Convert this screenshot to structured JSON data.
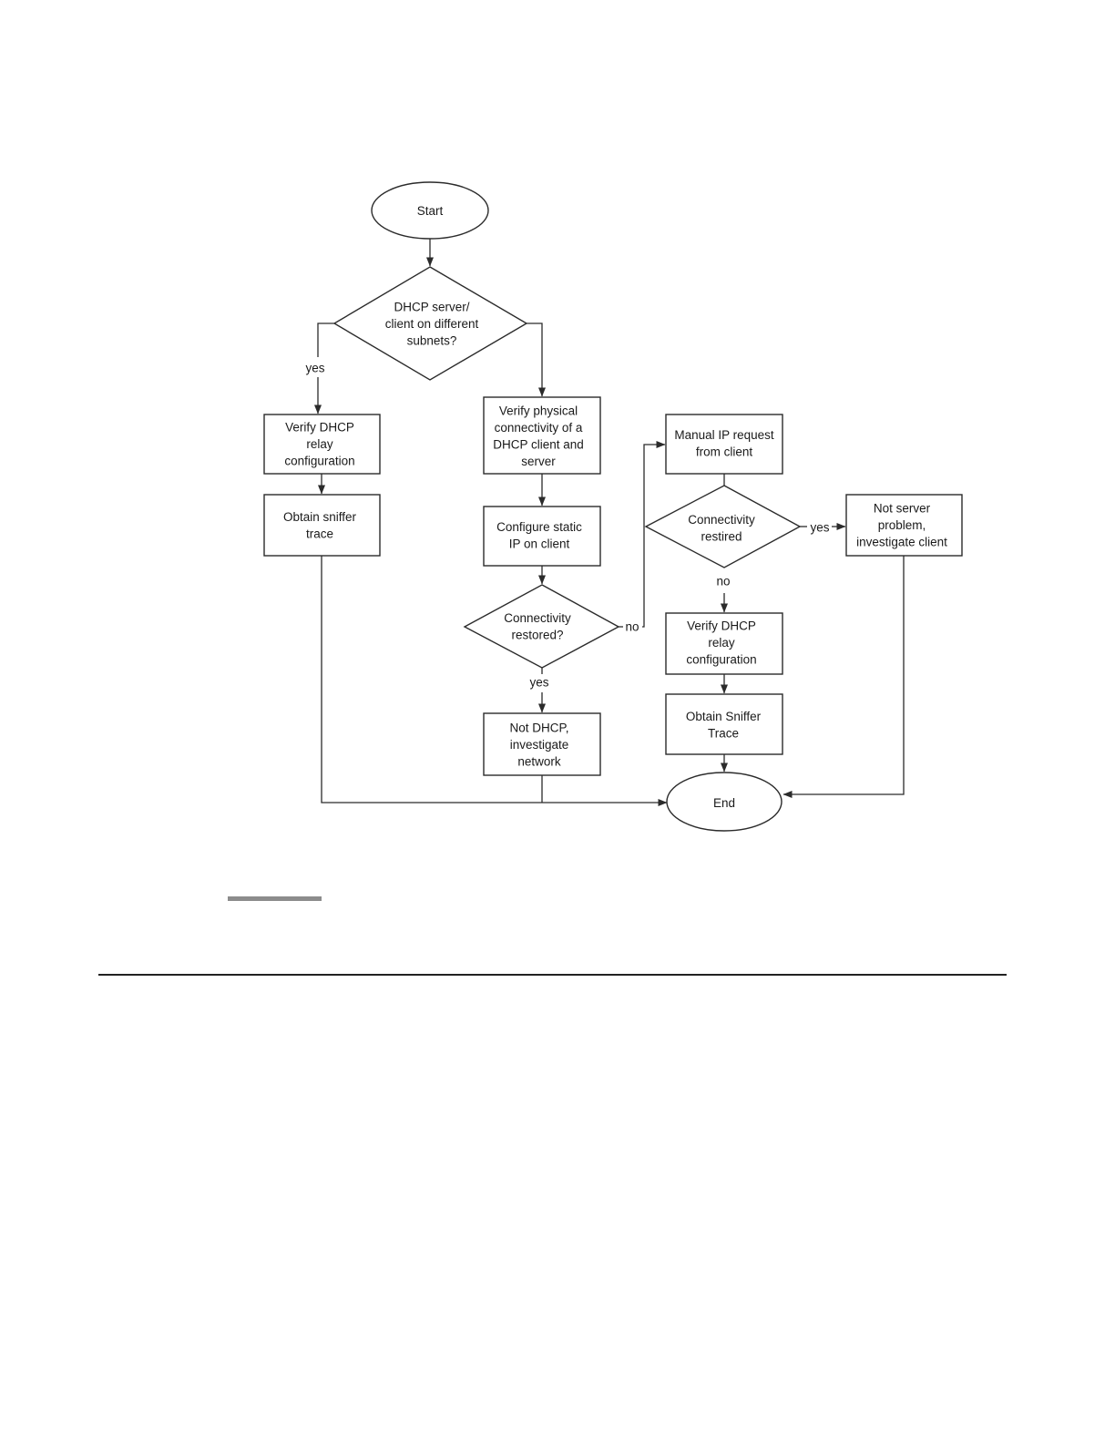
{
  "flowchart": {
    "nodes": {
      "start": {
        "lines": [
          "Start"
        ]
      },
      "q_subnets": {
        "lines": [
          "DHCP server/",
          "client on different",
          "subnets?"
        ]
      },
      "verify_relay_left": {
        "lines": [
          "Verify DHCP",
          "relay",
          "configuration"
        ]
      },
      "obtain_sniffer_left": {
        "lines": [
          "Obtain sniffer",
          "trace"
        ]
      },
      "verify_physical": {
        "lines": [
          "Verify physical",
          "connectivity of a",
          "DHCP client and",
          "server"
        ]
      },
      "configure_static": {
        "lines": [
          "Configure static",
          "IP on client"
        ]
      },
      "q_restored": {
        "lines": [
          "Connectivity",
          "restored?"
        ]
      },
      "not_dhcp": {
        "lines": [
          "Not DHCP,",
          "investigate",
          "network"
        ]
      },
      "manual_ip": {
        "lines": [
          "Manual IP request",
          "from client"
        ]
      },
      "q_restired": {
        "lines": [
          "Connectivity",
          "restired"
        ]
      },
      "not_server": {
        "lines": [
          "Not server",
          "problem,",
          "investigate client"
        ]
      },
      "verify_relay_right": {
        "lines": [
          "Verify DHCP",
          "relay",
          "configuration"
        ]
      },
      "obtain_sniffer_right": {
        "lines": [
          "Obtain Sniffer",
          "Trace"
        ]
      },
      "end": {
        "lines": [
          "End"
        ]
      }
    },
    "edge_labels": {
      "subnets_yes": "yes",
      "restored_no": "no",
      "restored_yes": "yes",
      "restired_yes": "yes",
      "restired_no": "no"
    }
  }
}
